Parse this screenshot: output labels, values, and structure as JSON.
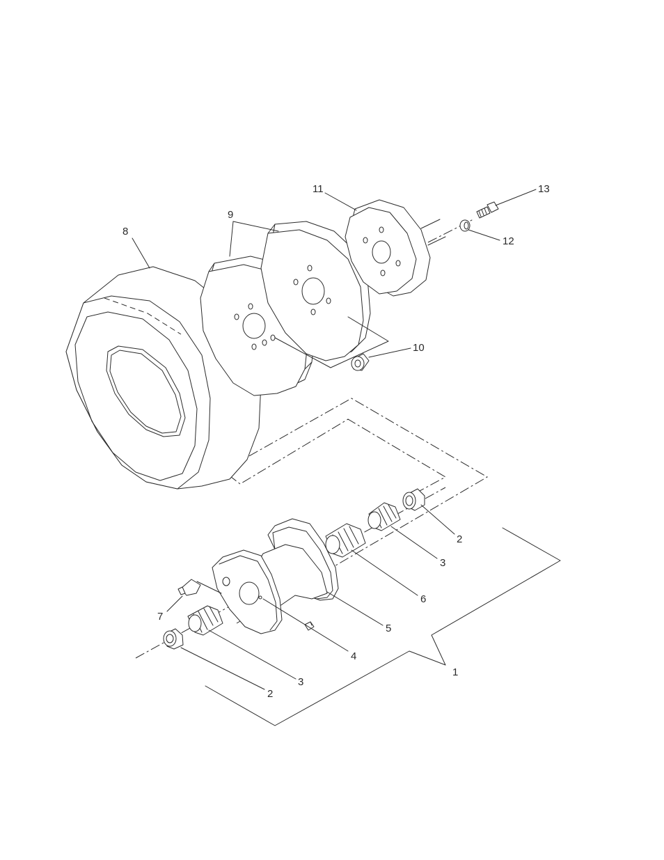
{
  "callouts": {
    "c1": "1",
    "c2a": "2",
    "c2b": "2",
    "c3a": "3",
    "c3b": "3",
    "c4": "4",
    "c5": "5",
    "c6": "6",
    "c7": "7",
    "c8": "8",
    "c9": "9",
    "c10": "10",
    "c11": "11",
    "c12": "12",
    "c13": "13"
  },
  "colors": {
    "ink": "#2a2a2a",
    "paper": "#ffffff"
  }
}
